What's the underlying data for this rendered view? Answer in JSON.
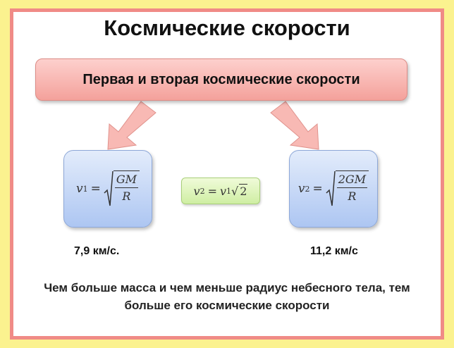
{
  "title": "Космические скорости",
  "banner": "Первая и вторая космические скорости",
  "formulas": {
    "first": {
      "lhs": "v",
      "lhs_sub": "1",
      "numerator": "GM",
      "denominator": "R"
    },
    "second": {
      "lhs": "v",
      "lhs_sub": "2",
      "numerator": "2GM",
      "denominator": "R"
    },
    "relation": {
      "lhs": "v",
      "lhs_sub": "2",
      "rhs": "v",
      "rhs_sub": "1",
      "root": "2"
    }
  },
  "speeds": {
    "first": "7,9 км/с.",
    "second": "11,2 км/с"
  },
  "note": "Чем больше масса и чем меньше радиус небесного тела, тем больше его космические скорости",
  "colors": {
    "banner": "#f4a19b",
    "formula_box": "#adc6f2",
    "relation_box": "#cfeea3",
    "arrow": "#f8b9b4",
    "frame_outer": "#fbf28f",
    "frame_inner": "#f08b86"
  },
  "icons": {
    "arrows": "down-arrow-icon"
  }
}
